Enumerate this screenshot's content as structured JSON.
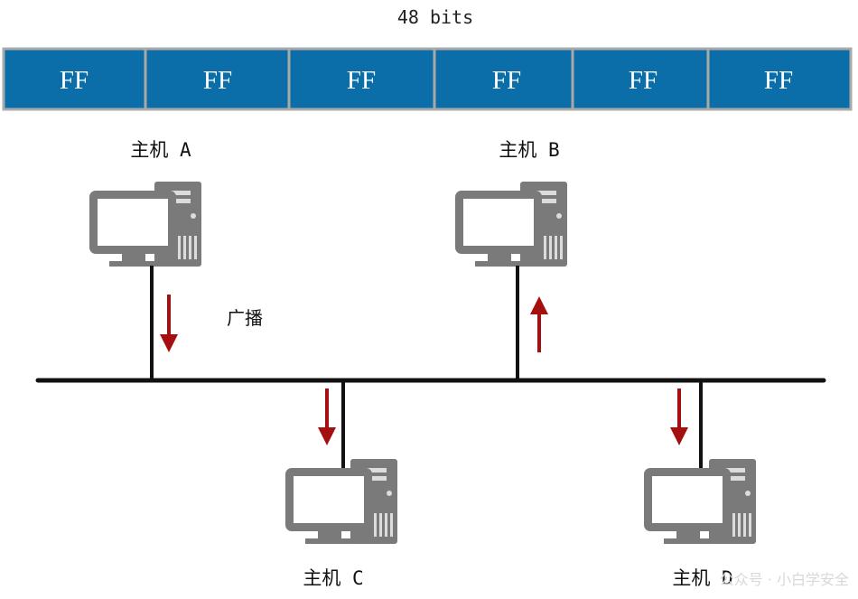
{
  "frame": {
    "bits_label": "48 bits",
    "bytes": [
      "FF",
      "FF",
      "FF",
      "FF",
      "FF",
      "FF"
    ]
  },
  "colors": {
    "byte_fill": "#0c6ea8",
    "byte_border": "#a9a9a9",
    "bus": "#111111",
    "arrow": "#a50f0f",
    "computer": "#7a7a7a"
  },
  "hosts": [
    {
      "label": "主机 A",
      "arrow": "down",
      "icon": "computer-icon"
    },
    {
      "label": "主机 B",
      "arrow": "up",
      "icon": "computer-icon"
    },
    {
      "label": "主机 C",
      "arrow": "down",
      "icon": "computer-icon"
    },
    {
      "label": "主机 D",
      "arrow": "down",
      "icon": "computer-icon"
    }
  ],
  "broadcast_label": "广播",
  "watermark": "公众号 · 小白学安全"
}
